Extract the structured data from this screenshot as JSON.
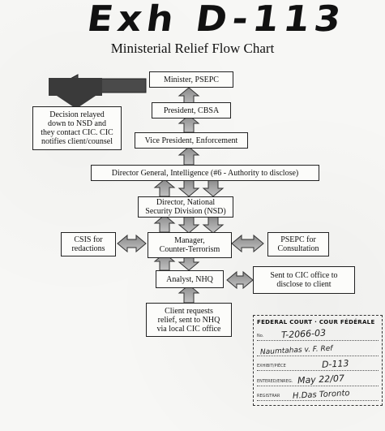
{
  "exhibit_label": "Exh D-113",
  "title": "Ministerial Relief Flow Chart",
  "nodes": {
    "minister": "Minister, PSEPC",
    "president": "President, CBSA",
    "vp": "Vice President, Enforcement",
    "dg": "Director General, Intelligence (#6 - Authority to disclose)",
    "director": "Director, National\nSecurity Division (NSD)",
    "manager": "Manager,\nCounter-Terrorism",
    "analyst": "Analyst, NHQ",
    "client": "Client requests\nrelief, sent to NHQ\nvia local CIC office",
    "csis": "CSIS for\nredactions",
    "psepc_consult": "PSEPC for\nConsultation",
    "cic_office": "Sent to CIC office to\ndisclose to client",
    "decision": "Decision relayed\ndown to NSD and\nthey contact CIC.  CIC\nnotifies client/counsel"
  },
  "stamp": {
    "heading": "FEDERAL COURT · COUR FÉDÉRALE",
    "rows": [
      {
        "label": "No.",
        "value": "T-2066-03"
      },
      {
        "label": "",
        "value": "Naumtahas v. F. Ref"
      },
      {
        "label": "EXHIBIT/PIÈCE",
        "value": "D-113"
      },
      {
        "label": "ENTERED/ENREG.",
        "value": "May 22/07"
      },
      {
        "label": "REGISTRAR",
        "value": "H.Das  Toronto"
      }
    ]
  }
}
